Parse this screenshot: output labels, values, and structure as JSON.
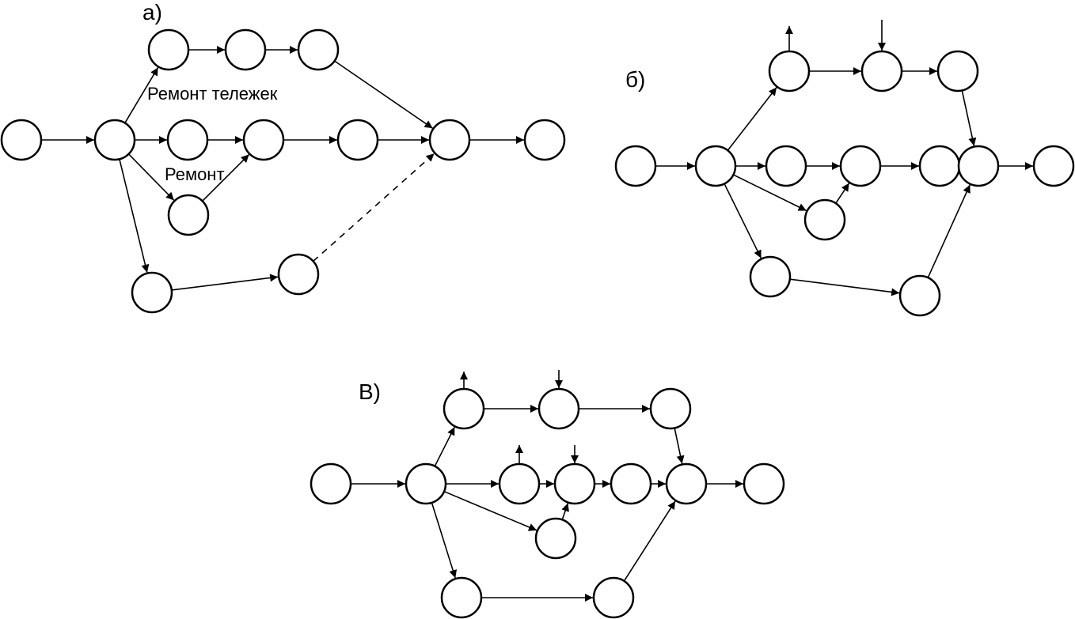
{
  "panels": [
    {
      "id": "a",
      "label": "а)",
      "annotations": [
        "Ремонт тележек",
        "Ремонт"
      ]
    },
    {
      "id": "b",
      "label": "б)"
    },
    {
      "id": "c",
      "label": "В)"
    }
  ],
  "colors": {
    "stroke": "#000000",
    "background": "#ffffff"
  }
}
